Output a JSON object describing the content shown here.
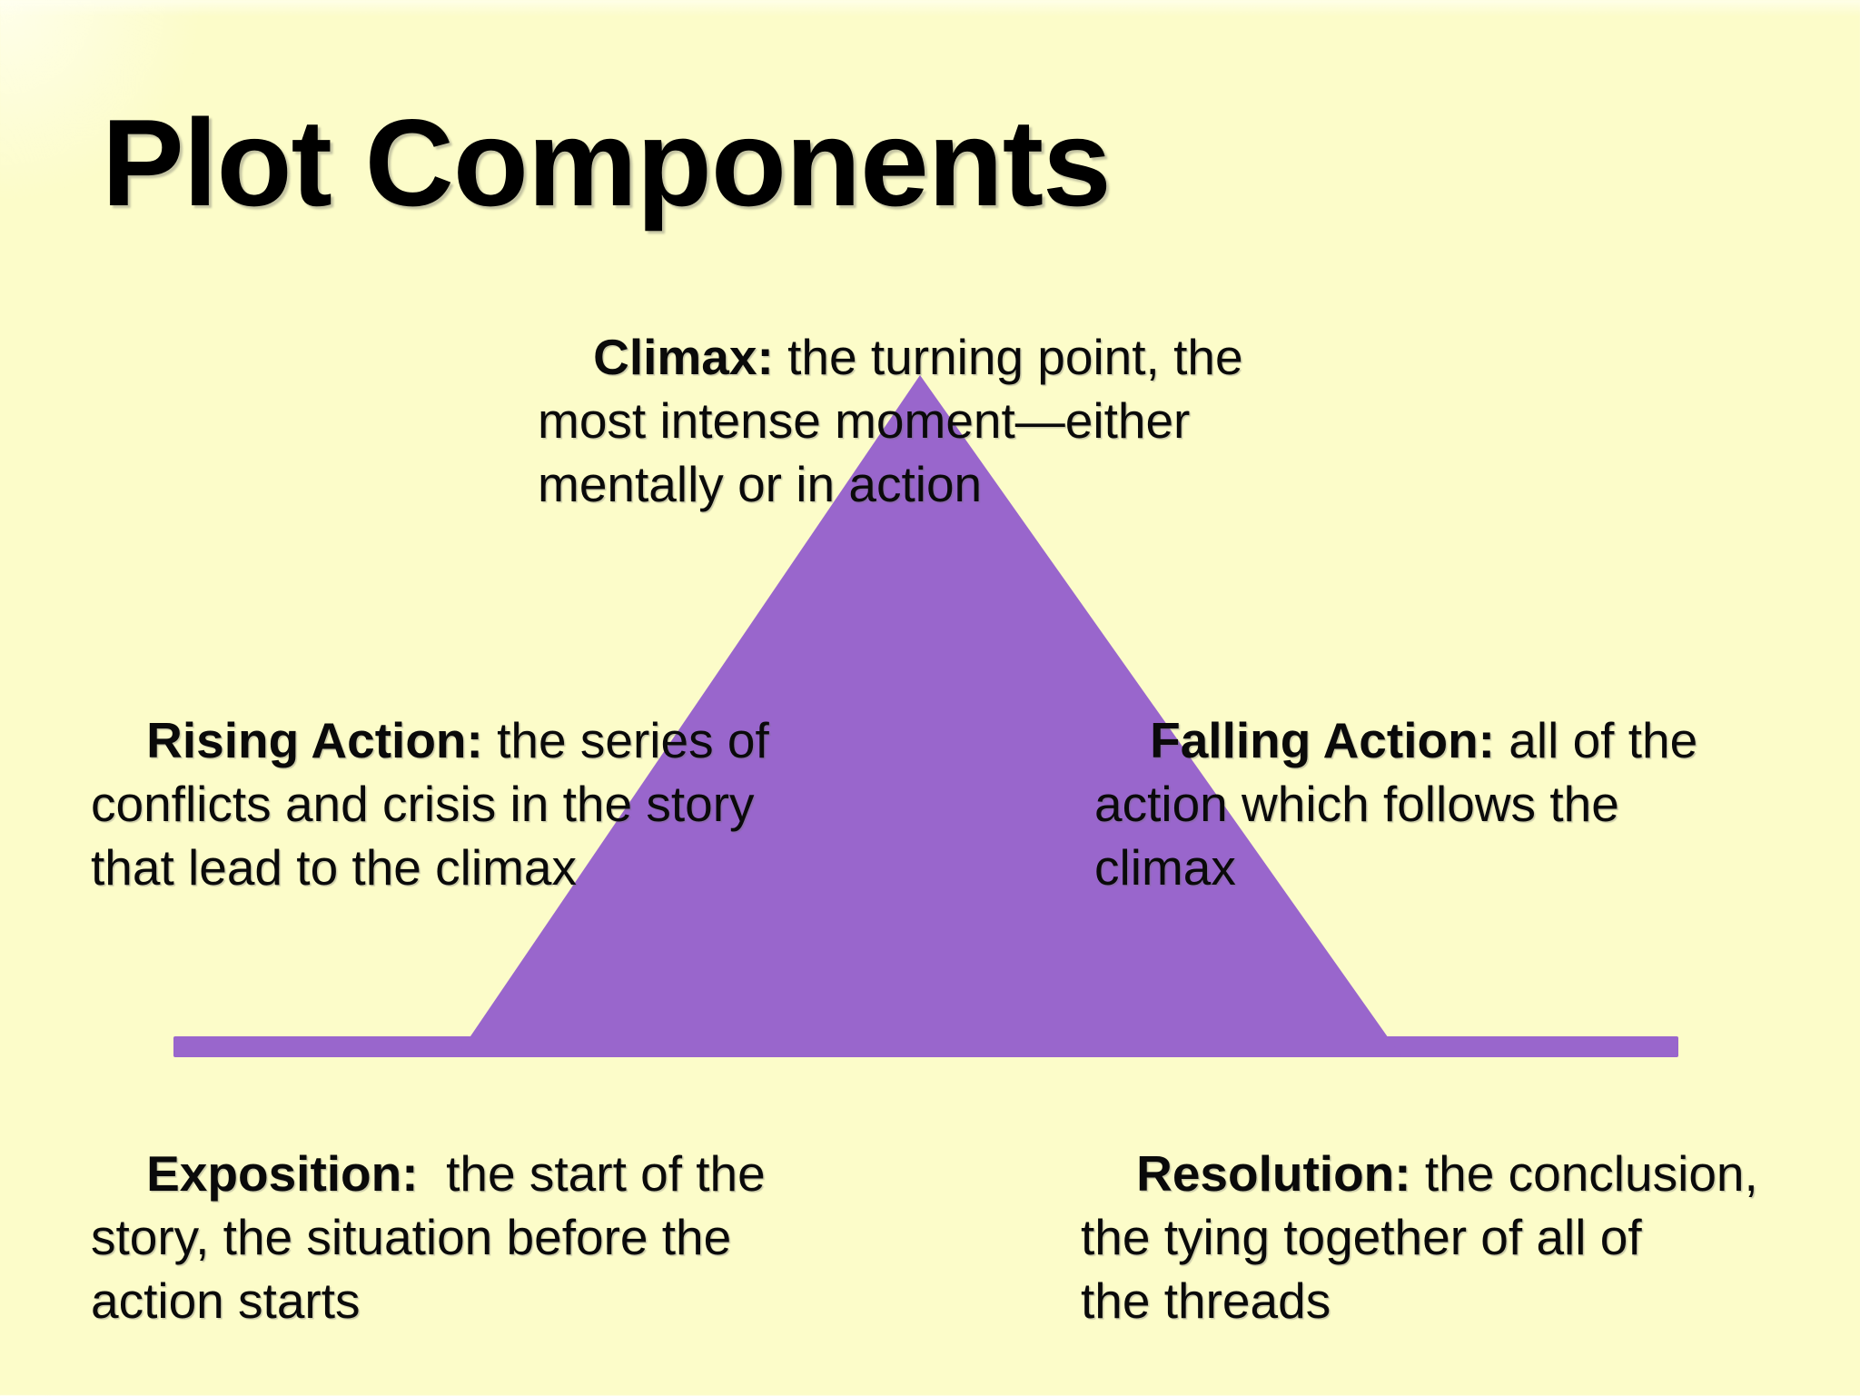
{
  "slide": {
    "title": "Plot Components",
    "labels": {
      "climax": {
        "term": "Climax:",
        "text": " the turning point, the\nmost intense moment—either\nmentally or in action"
      },
      "rising": {
        "term": "Rising Action:",
        "text": " the series of\nconflicts and crisis in the story\nthat lead to the climax"
      },
      "falling": {
        "term": "Falling Action:",
        "text": " all of the\naction which follows the\nclimax"
      },
      "exposition": {
        "term": "Exposition:",
        "text": "  the start of the\nstory, the situation before the\naction starts"
      },
      "resolution": {
        "term": "Resolution:",
        "text": " the conclusion,\nthe tying together of all of\nthe threads"
      }
    },
    "diagram": {
      "shape": "plot-pyramid",
      "colors": {
        "triangle": "#9966CC",
        "baseline": "#9966CC",
        "background": "#FCFCC9",
        "text": "#000000"
      }
    }
  }
}
